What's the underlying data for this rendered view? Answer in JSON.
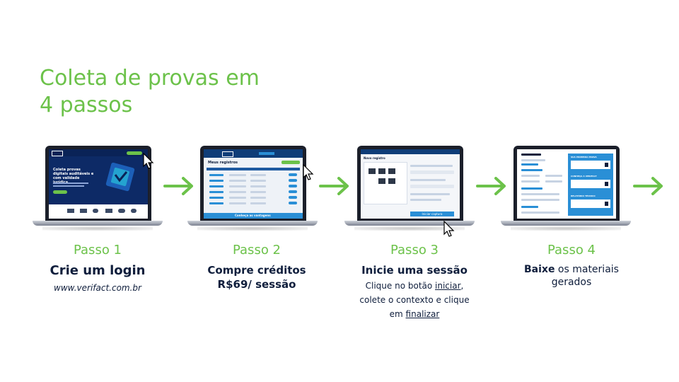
{
  "title": {
    "line1": "Coleta de provas em",
    "line2": "4 passos"
  },
  "colors": {
    "accent_green": "#6cc24a",
    "navy": "#0f1e3c",
    "blue": "#2a8fd6"
  },
  "steps": [
    {
      "label": "Passo 1",
      "heading": "Crie um login",
      "url": "www.verifact.com.br"
    },
    {
      "label": "Passo 2",
      "heading_line1": "Compre créditos",
      "heading_line2": "R$69/ sessão"
    },
    {
      "label": "Passo 3",
      "heading": "Inicie uma sessão",
      "desc_part1": "Clique no botão ",
      "desc_link1": "iniciar",
      "desc_part2": ",",
      "desc_line2": "colete o contexto e clique",
      "desc_part3": "em ",
      "desc_link2": "finalizar"
    },
    {
      "label": "Passo 4",
      "heading_bold": "Baixe",
      "heading_rest": " os materiais",
      "heading_line2": "gerados"
    }
  ],
  "screens": {
    "s1_headline": "Coleta provas digitais auditáveis e com validade jurídica",
    "s2_title": "Meus registros",
    "s2_footer": "Conheça as vantagens",
    "s3_title": "Novo registro",
    "s3_button": "Iniciar captura",
    "s4_cards": [
      "SUA PRIMEIRA PROVA",
      "CONHEÇA A VERIFACT",
      "RELATÓRIO TÉCNICO"
    ]
  }
}
